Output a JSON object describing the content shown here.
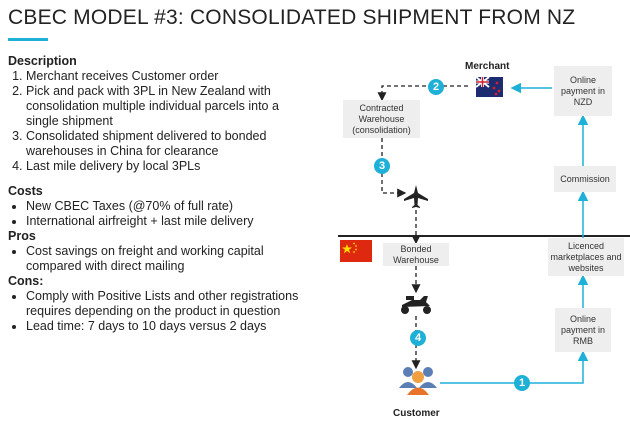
{
  "title": "CBEC MODEL #3: CONSOLIDATED SHIPMENT FROM NZ",
  "description": {
    "heading": "Description",
    "items": [
      "Merchant receives Customer order",
      "Pick and pack with 3PL in New Zealand with consolidation multiple individual parcels into a single shipment",
      "Consolidated shipment delivered to bonded warehouses in China for clearance",
      "Last mile delivery by local 3PLs"
    ]
  },
  "costs": {
    "heading": "Costs",
    "items": [
      "New CBEC Taxes (@70% of full rate)",
      "International airfreight + last mile delivery"
    ]
  },
  "pros": {
    "heading": "Pros",
    "items": [
      "Cost savings on freight and working capital compared with direct mailing"
    ]
  },
  "cons": {
    "heading": "Cons:",
    "items": [
      "Comply with Positive Lists and other registrations requires depending on the product in question",
      "Lead time: 7 days to 10 days versus 2 days"
    ]
  },
  "diagram": {
    "merchant_label": "Merchant",
    "customer_label": "Customer",
    "contracted_warehouse": "Contracted Warehouse (consolidation)",
    "bonded_warehouse": "Bonded Warehouse",
    "online_payment_nzd": "Online payment in NZD",
    "commission": "Commission",
    "licenced_marketplaces": "Licenced marketplaces and websites",
    "online_payment_rmb": "Online payment in RMB",
    "steps": [
      "1",
      "2",
      "3",
      "4"
    ]
  },
  "colors": {
    "accent": "#1fb0d8",
    "box": "#eeeeee"
  }
}
